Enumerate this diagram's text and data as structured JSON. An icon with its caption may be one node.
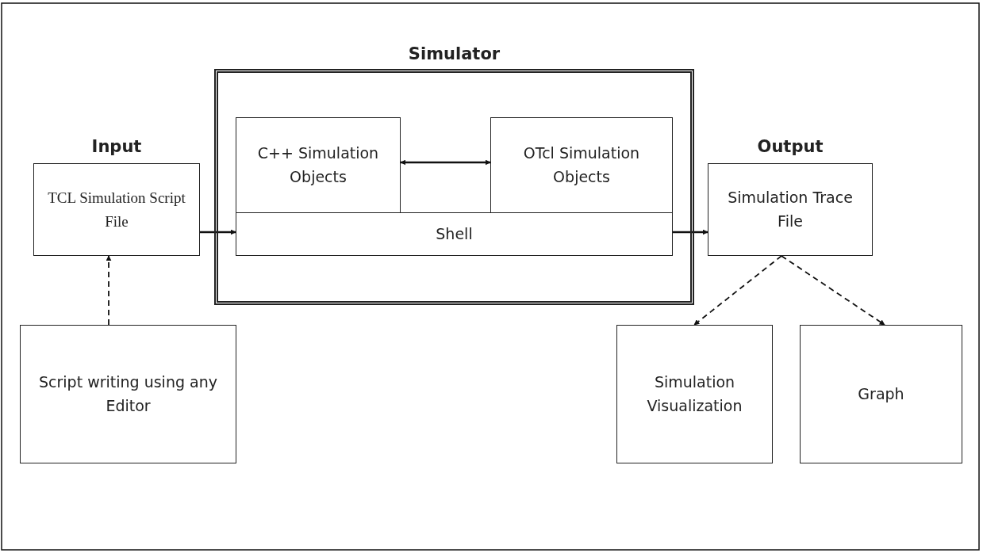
{
  "diagram": {
    "nodes": [
      {
        "text": [
          "Simulator"
        ]
      },
      {
        "text": [
          "C++ Simulation Objects"
        ],
        "in": 0
      },
      {
        "text": [
          "OTcl Simulation Objects"
        ],
        "in": 0
      },
      {
        "text": [
          "Shell"
        ],
        "in": 0
      },
      {
        "text": [
          "Input",
          "TCL Simulation Script File"
        ]
      },
      {
        "text": [
          "Output",
          "Simulation Trace File"
        ]
      },
      {
        "text": [
          "Script writing using any Editor"
        ]
      },
      {
        "text": [
          "Simulation Visualization"
        ]
      },
      {
        "text": [
          "Graph"
        ]
      }
    ],
    "edges": [
      {
        "from": 1,
        "to": 2,
        "arrow": "both"
      },
      {
        "from": 4,
        "to": 3,
        "arrow": "to"
      },
      {
        "from": 3,
        "to": 5,
        "arrow": "to"
      },
      {
        "from": 6,
        "to": 4,
        "arrow": "to",
        "style": "dashed"
      },
      {
        "from": 5,
        "to": 7,
        "arrow": "to",
        "style": "dashed"
      },
      {
        "from": 5,
        "to": 8,
        "arrow": "to",
        "style": "dashed"
      }
    ]
  }
}
